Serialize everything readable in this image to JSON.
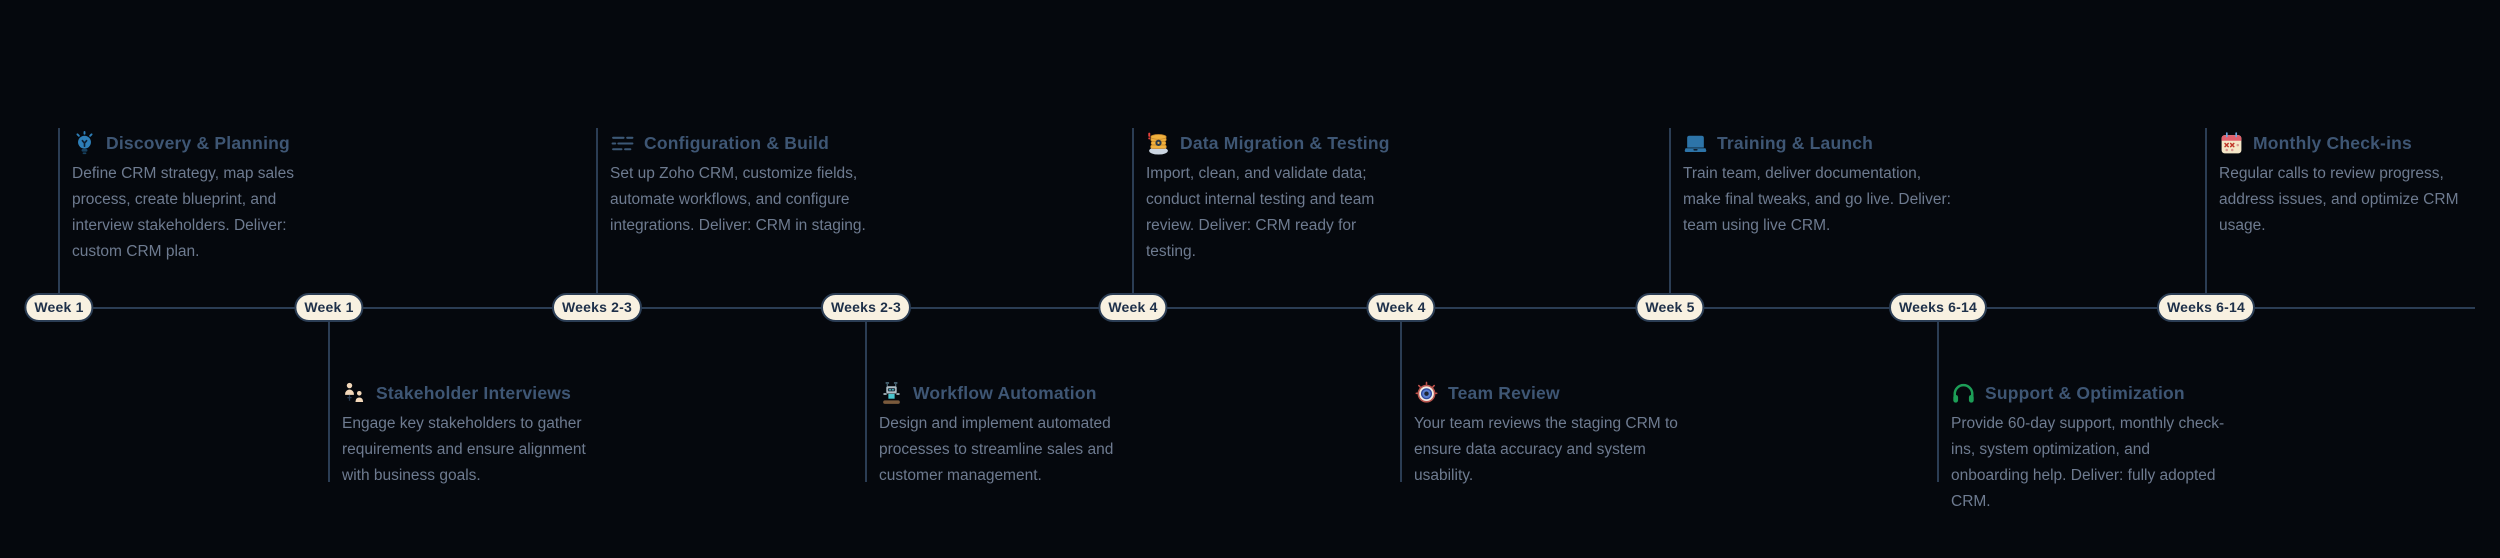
{
  "colors": {
    "background": "#05080d",
    "line": "#2b3d54",
    "badge_bg": "#f8f1e1",
    "badge_text": "#1e3049",
    "title": "#3e5674",
    "description": "#6e7b90"
  },
  "timeline": {
    "milestones": [
      {
        "badge": "Week 1",
        "icon": "lightbulb-icon",
        "title": "Discovery & Planning",
        "description": "Define CRM strategy, map sales process, create blueprint, and interview stakeholders. Deliver: custom CRM plan."
      },
      {
        "badge": "Week 1",
        "icon": "people-icon",
        "title": "Stakeholder Interviews",
        "description": "Engage key stakeholders to gather requirements and ensure alignment with business goals."
      },
      {
        "badge": "Weeks 2-3",
        "icon": "sliders-icon",
        "title": "Configuration & Build",
        "description": "Set up Zoho CRM, customize fields, automate workflows, and configure integrations. Deliver: CRM in staging."
      },
      {
        "badge": "Weeks 2-3",
        "icon": "robot-icon",
        "title": "Workflow Automation",
        "description": "Design and implement automated processes to streamline sales and customer management."
      },
      {
        "badge": "Week 4",
        "icon": "database-icon",
        "title": "Data Migration & Testing",
        "description": "Import, clean, and validate data; conduct internal testing and team review. Deliver: CRM ready for testing."
      },
      {
        "badge": "Week 4",
        "icon": "eye-icon",
        "title": "Team Review",
        "description": "Your team reviews the staging CRM to ensure data accuracy and system usability."
      },
      {
        "badge": "Week 5",
        "icon": "laptop-icon",
        "title": "Training & Launch",
        "description": "Train team, deliver documentation, make final tweaks, and go live. Deliver: team using live CRM."
      },
      {
        "badge": "Weeks 6-14",
        "icon": "headphones-icon",
        "title": "Support & Optimization",
        "description": "Provide 60-day support, monthly check-ins, system optimization, and onboarding help. Deliver: fully adopted CRM."
      },
      {
        "badge": "Weeks 6-14",
        "icon": "calendar-icon",
        "title": "Monthly Check-ins",
        "description": "Regular calls to review progress, address issues, and optimize CRM usage."
      }
    ]
  }
}
